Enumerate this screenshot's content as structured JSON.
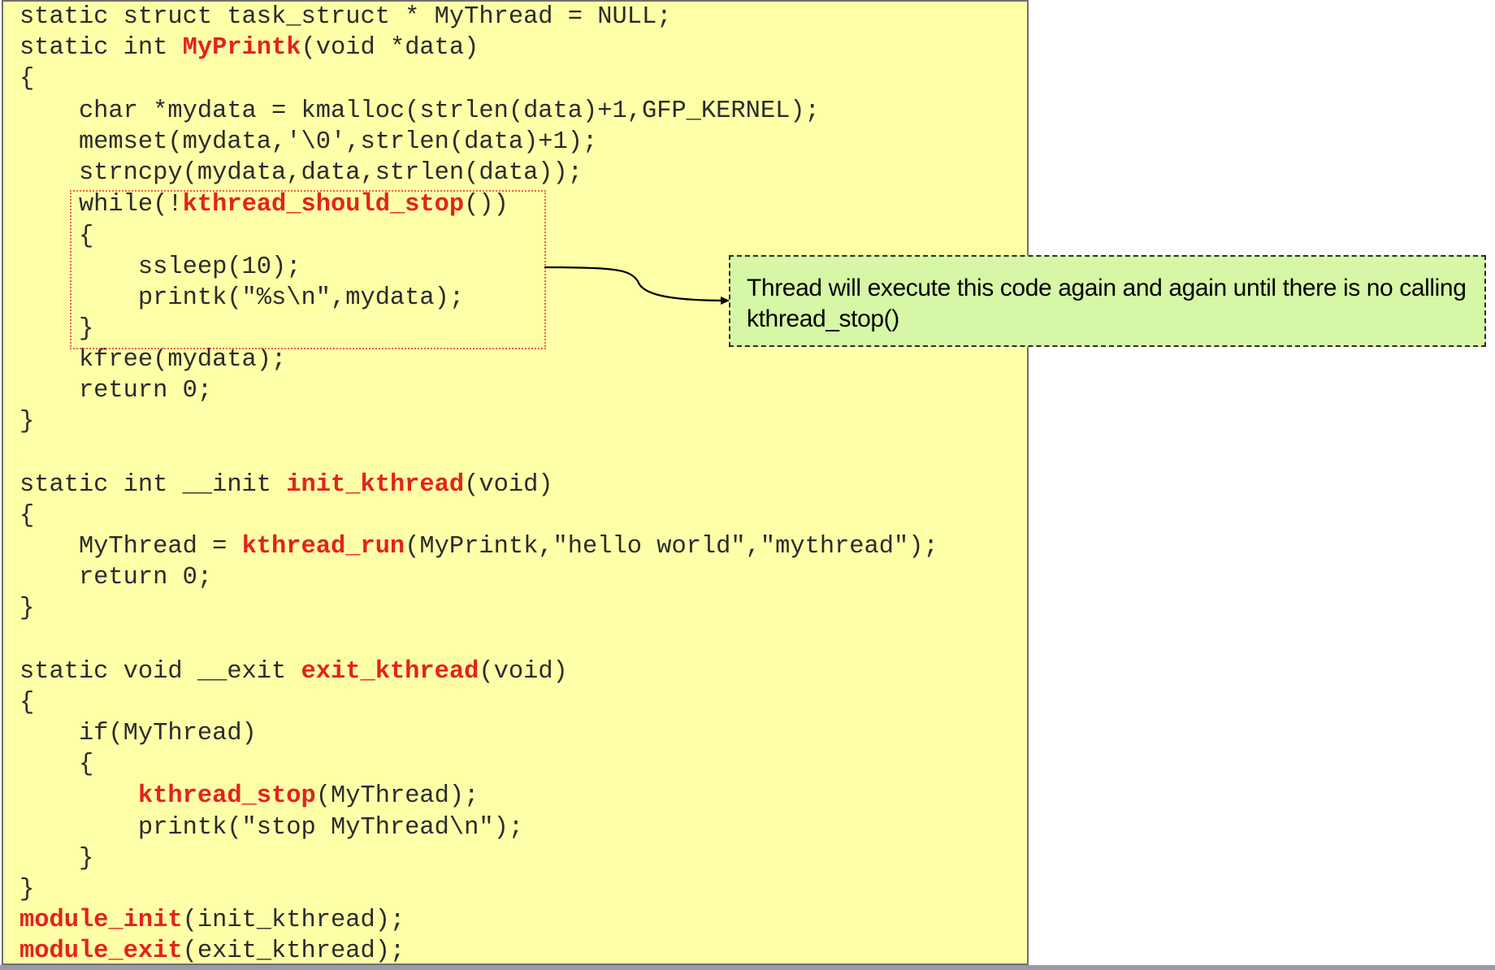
{
  "code_lines": [
    [
      {
        "t": "static struct task_struct * MyThread = NULL;"
      }
    ],
    [
      {
        "t": "static int "
      },
      {
        "t": "MyPrintk",
        "hl": true
      },
      {
        "t": "(void *data)"
      }
    ],
    [
      {
        "t": "{"
      }
    ],
    [
      {
        "t": "    char *mydata = kmalloc(strlen(data)+1,GFP_KERNEL);"
      }
    ],
    [
      {
        "t": "    memset(mydata,'\\0',strlen(data)+1);"
      }
    ],
    [
      {
        "t": "    strncpy(mydata,data,strlen(data));"
      }
    ],
    [
      {
        "t": "    while(!"
      },
      {
        "t": "kthread_should_stop",
        "hl": true
      },
      {
        "t": "())"
      }
    ],
    [
      {
        "t": "    {"
      }
    ],
    [
      {
        "t": "        ssleep(10);"
      }
    ],
    [
      {
        "t": "        printk(\"%s\\n\",mydata);"
      }
    ],
    [
      {
        "t": "    }"
      }
    ],
    [
      {
        "t": "    kfree(mydata);"
      }
    ],
    [
      {
        "t": "    return 0;"
      }
    ],
    [
      {
        "t": "}"
      }
    ],
    [
      {
        "t": ""
      }
    ],
    [
      {
        "t": "static int __init "
      },
      {
        "t": "init_kthread",
        "hl": true
      },
      {
        "t": "(void)"
      }
    ],
    [
      {
        "t": "{"
      }
    ],
    [
      {
        "t": "    MyThread = "
      },
      {
        "t": "kthread_run",
        "hl": true
      },
      {
        "t": "(MyPrintk,\"hello world\",\"mythread\");"
      }
    ],
    [
      {
        "t": "    return 0;"
      }
    ],
    [
      {
        "t": "}"
      }
    ],
    [
      {
        "t": ""
      }
    ],
    [
      {
        "t": "static void __exit "
      },
      {
        "t": "exit_kthread",
        "hl": true
      },
      {
        "t": "(void)"
      }
    ],
    [
      {
        "t": "{"
      }
    ],
    [
      {
        "t": "    if(MyThread)"
      }
    ],
    [
      {
        "t": "    {"
      }
    ],
    [
      {
        "t": "        "
      },
      {
        "t": "kthread_stop",
        "hl": true
      },
      {
        "t": "(MyThread);"
      }
    ],
    [
      {
        "t": "        printk(\"stop MyThread\\n\");"
      }
    ],
    [
      {
        "t": "    }"
      }
    ],
    [
      {
        "t": "}"
      }
    ],
    [
      {
        "t": "module_init",
        "hl": true
      },
      {
        "t": "(init_kthread);"
      }
    ],
    [
      {
        "t": "module_exit",
        "hl": true
      },
      {
        "t": "(exit_kthread);"
      }
    ]
  ],
  "callout": {
    "text": "Thread will execute this code again and again until there is no calling kthread_stop()"
  },
  "colors": {
    "code_background": "#ffffa8",
    "keyword": "#e3231d",
    "code_text": "#2b2b2b",
    "callout_background": "#d6f7a6"
  }
}
